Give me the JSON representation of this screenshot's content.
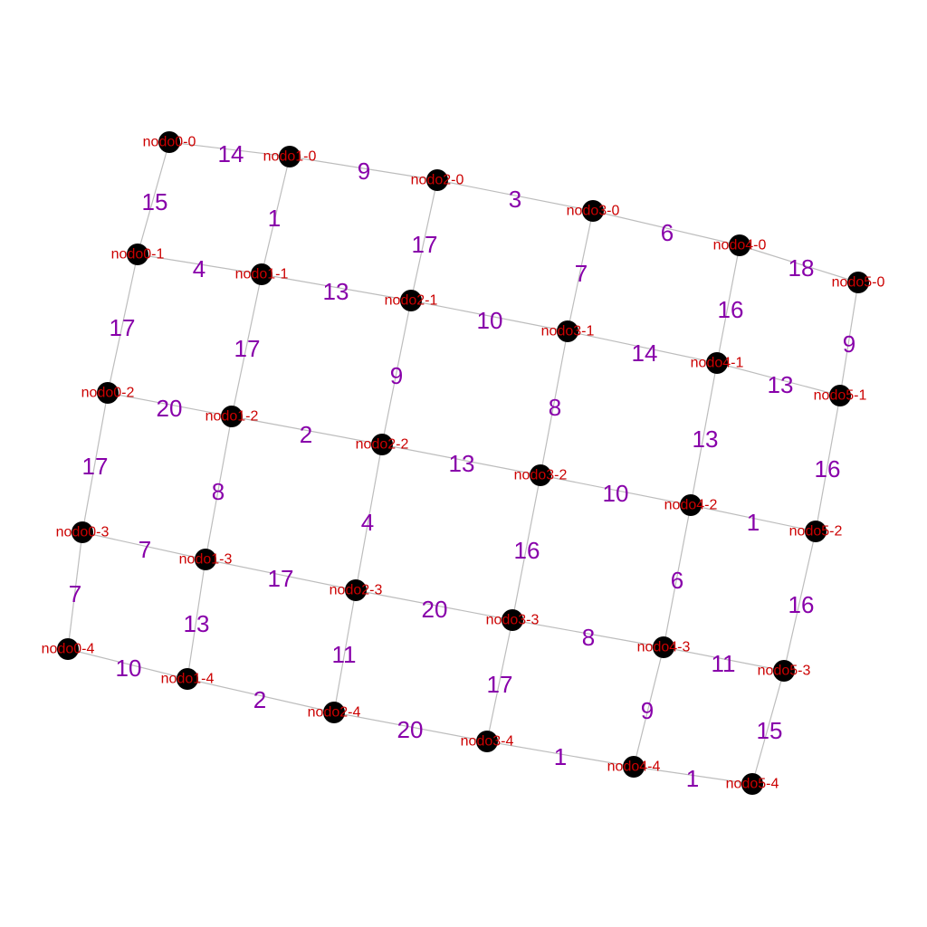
{
  "colors": {
    "edge": "#bdbdbd",
    "node": "#000000",
    "node_label": "#cc0000",
    "weight_label": "#8800aa"
  },
  "nodes": [
    {
      "id": "0-0",
      "label": "nodo0-0"
    },
    {
      "id": "1-0",
      "label": "nodo1-0"
    },
    {
      "id": "2-0",
      "label": "nodo2-0"
    },
    {
      "id": "3-0",
      "label": "nodo3-0"
    },
    {
      "id": "4-0",
      "label": "nodo4-0"
    },
    {
      "id": "5-0",
      "label": "nodo5-0"
    },
    {
      "id": "0-1",
      "label": "nodo0-1"
    },
    {
      "id": "1-1",
      "label": "nodo1-1"
    },
    {
      "id": "2-1",
      "label": "nodo2-1"
    },
    {
      "id": "3-1",
      "label": "nodo3-1"
    },
    {
      "id": "4-1",
      "label": "nodo4-1"
    },
    {
      "id": "5-1",
      "label": "nodo5-1"
    },
    {
      "id": "0-2",
      "label": "nodo0-2"
    },
    {
      "id": "1-2",
      "label": "nodo1-2"
    },
    {
      "id": "2-2",
      "label": "nodo2-2"
    },
    {
      "id": "3-2",
      "label": "nodo3-2"
    },
    {
      "id": "4-2",
      "label": "nodo4-2"
    },
    {
      "id": "5-2",
      "label": "nodo5-2"
    },
    {
      "id": "0-3",
      "label": "nodo0-3"
    },
    {
      "id": "1-3",
      "label": "nodo1-3"
    },
    {
      "id": "2-3",
      "label": "nodo2-3"
    },
    {
      "id": "3-3",
      "label": "nodo3-3"
    },
    {
      "id": "4-3",
      "label": "nodo4-3"
    },
    {
      "id": "5-3",
      "label": "nodo5-3"
    },
    {
      "id": "0-4",
      "label": "nodo0-4"
    },
    {
      "id": "1-4",
      "label": "nodo1-4"
    },
    {
      "id": "2-4",
      "label": "nodo2-4"
    },
    {
      "id": "3-4",
      "label": "nodo3-4"
    },
    {
      "id": "4-4",
      "label": "nodo4-4"
    },
    {
      "id": "5-4",
      "label": "nodo5-4"
    }
  ],
  "edges": [
    {
      "from": "0-0",
      "to": "1-0",
      "weight": "14"
    },
    {
      "from": "1-0",
      "to": "2-0",
      "weight": "9"
    },
    {
      "from": "2-0",
      "to": "3-0",
      "weight": "3"
    },
    {
      "from": "3-0",
      "to": "4-0",
      "weight": "6"
    },
    {
      "from": "4-0",
      "to": "5-0",
      "weight": "18"
    },
    {
      "from": "0-1",
      "to": "1-1",
      "weight": "4"
    },
    {
      "from": "1-1",
      "to": "2-1",
      "weight": "13"
    },
    {
      "from": "2-1",
      "to": "3-1",
      "weight": "10"
    },
    {
      "from": "3-1",
      "to": "4-1",
      "weight": "14"
    },
    {
      "from": "4-1",
      "to": "5-1",
      "weight": "13"
    },
    {
      "from": "0-2",
      "to": "1-2",
      "weight": "20"
    },
    {
      "from": "1-2",
      "to": "2-2",
      "weight": "2"
    },
    {
      "from": "2-2",
      "to": "3-2",
      "weight": "13"
    },
    {
      "from": "3-2",
      "to": "4-2",
      "weight": "10"
    },
    {
      "from": "4-2",
      "to": "5-2",
      "weight": "1"
    },
    {
      "from": "0-3",
      "to": "1-3",
      "weight": "7"
    },
    {
      "from": "1-3",
      "to": "2-3",
      "weight": "17"
    },
    {
      "from": "2-3",
      "to": "3-3",
      "weight": "20"
    },
    {
      "from": "3-3",
      "to": "4-3",
      "weight": "8"
    },
    {
      "from": "4-3",
      "to": "5-3",
      "weight": "11"
    },
    {
      "from": "0-4",
      "to": "1-4",
      "weight": "10"
    },
    {
      "from": "1-4",
      "to": "2-4",
      "weight": "2"
    },
    {
      "from": "2-4",
      "to": "3-4",
      "weight": "20"
    },
    {
      "from": "3-4",
      "to": "4-4",
      "weight": "1"
    },
    {
      "from": "4-4",
      "to": "5-4",
      "weight": "1"
    },
    {
      "from": "0-0",
      "to": "0-1",
      "weight": "15"
    },
    {
      "from": "0-1",
      "to": "0-2",
      "weight": "17"
    },
    {
      "from": "0-2",
      "to": "0-3",
      "weight": "17"
    },
    {
      "from": "0-3",
      "to": "0-4",
      "weight": "7"
    },
    {
      "from": "1-0",
      "to": "1-1",
      "weight": "1"
    },
    {
      "from": "1-1",
      "to": "1-2",
      "weight": "17"
    },
    {
      "from": "1-2",
      "to": "1-3",
      "weight": "8"
    },
    {
      "from": "1-3",
      "to": "1-4",
      "weight": "13"
    },
    {
      "from": "2-0",
      "to": "2-1",
      "weight": "17"
    },
    {
      "from": "2-1",
      "to": "2-2",
      "weight": "9"
    },
    {
      "from": "2-2",
      "to": "2-3",
      "weight": "4"
    },
    {
      "from": "2-3",
      "to": "2-4",
      "weight": "11"
    },
    {
      "from": "3-0",
      "to": "3-1",
      "weight": "7"
    },
    {
      "from": "3-1",
      "to": "3-2",
      "weight": "8"
    },
    {
      "from": "3-2",
      "to": "3-3",
      "weight": "16"
    },
    {
      "from": "3-3",
      "to": "3-4",
      "weight": "17"
    },
    {
      "from": "4-0",
      "to": "4-1",
      "weight": "16"
    },
    {
      "from": "4-1",
      "to": "4-2",
      "weight": "13"
    },
    {
      "from": "4-2",
      "to": "4-3",
      "weight": "6"
    },
    {
      "from": "4-3",
      "to": "4-4",
      "weight": "9"
    },
    {
      "from": "5-0",
      "to": "5-1",
      "weight": "9"
    },
    {
      "from": "5-1",
      "to": "5-2",
      "weight": "16"
    },
    {
      "from": "5-2",
      "to": "5-3",
      "weight": "16"
    },
    {
      "from": "5-3",
      "to": "5-4",
      "weight": "15"
    }
  ]
}
